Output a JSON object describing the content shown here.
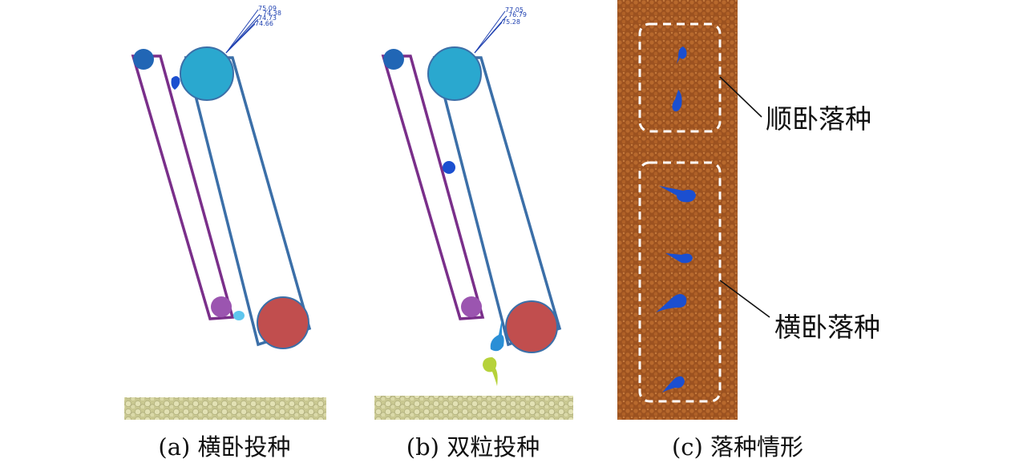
{
  "panels": [
    {
      "id": "a",
      "caption": "(a) 横卧投种",
      "readouts": [
        "75.09",
        "74.38",
        "74.73",
        "74.66"
      ]
    },
    {
      "id": "b",
      "caption": "(b) 双粒投种",
      "readouts": [
        "77.05",
        "76.79",
        "75.28"
      ]
    },
    {
      "id": "c",
      "caption": "(c) 落种情形",
      "labels": [
        "顺卧落种",
        "横卧落种"
      ]
    }
  ],
  "colors": {
    "belt_outer": "#7a2f8a",
    "belt_inner": "#3b6fa8",
    "drive_wheel": "#2aa8cf",
    "lower_wheel": "#c14e4e",
    "small_top_wheel": "#2166b5",
    "small_bottom_wheel": "#9b55b0",
    "soil": "#a65a22",
    "seed": "#1b4fd0",
    "ground_bead": "#d9d8a5"
  }
}
